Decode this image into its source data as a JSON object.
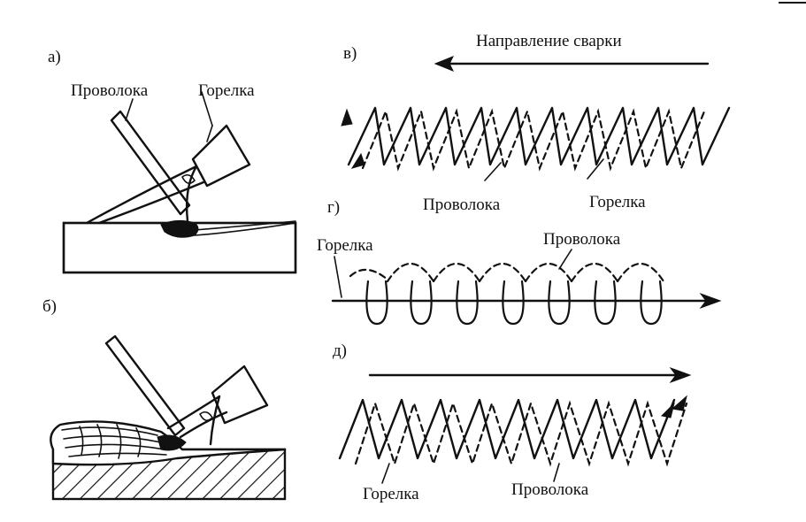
{
  "labels": {
    "panel_a": "а)",
    "panel_b": "б)",
    "panel_v": "в)",
    "panel_g": "г)",
    "panel_d": "д)",
    "wire": "Проволока",
    "torch": "Горелка",
    "direction": "Направление сварки"
  },
  "colors": {
    "ink": "#111111",
    "background": "#ffffff"
  }
}
